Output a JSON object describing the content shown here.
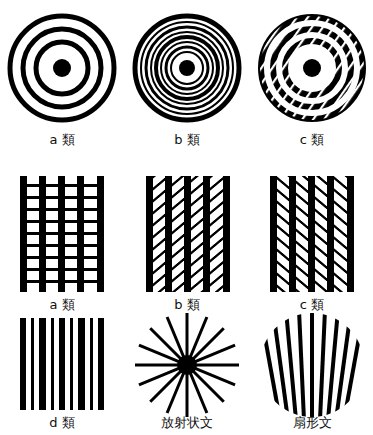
{
  "diagram": {
    "labels": [
      "a 類",
      "b 類",
      "c 類",
      "a 類",
      "b 類",
      "c 類",
      "d 類",
      "放射状文",
      "扇形文"
    ]
  }
}
